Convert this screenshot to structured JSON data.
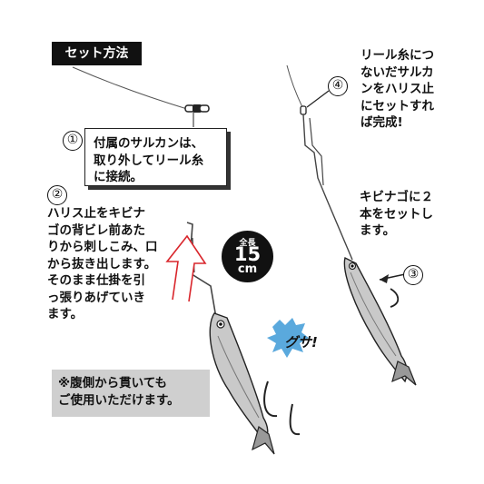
{
  "title": "セット方法",
  "steps": {
    "s1": {
      "num": "①",
      "text": "付属のサルカンは、\n取り外してリール糸\nに接続。"
    },
    "s2": {
      "num": "②",
      "text": "ハリス止をキビナ\nゴの背ビレ前あた\nりから刺しこみ、口\nから抜き出します。\nそのまま仕掛を引\nっ張りあげていき\nます。"
    },
    "s3": {
      "num": "③",
      "text": "キビナゴに２\n本をセットし\nます。"
    },
    "s4": {
      "num": "④",
      "text": "リール糸につ\nないだサルカ\nンをハリス止\nにセットすれ\nば完成!"
    }
  },
  "note": "※腹側から貫いても\nご使用いただけます。",
  "badge": {
    "label": "全長",
    "value": "15",
    "unit": "cm"
  },
  "callout": "グサ!",
  "colors": {
    "arrow": "#d9262c",
    "callout_burst": "#5aa9dd",
    "fish_body": "#b9b9b9",
    "line": "#555555"
  }
}
